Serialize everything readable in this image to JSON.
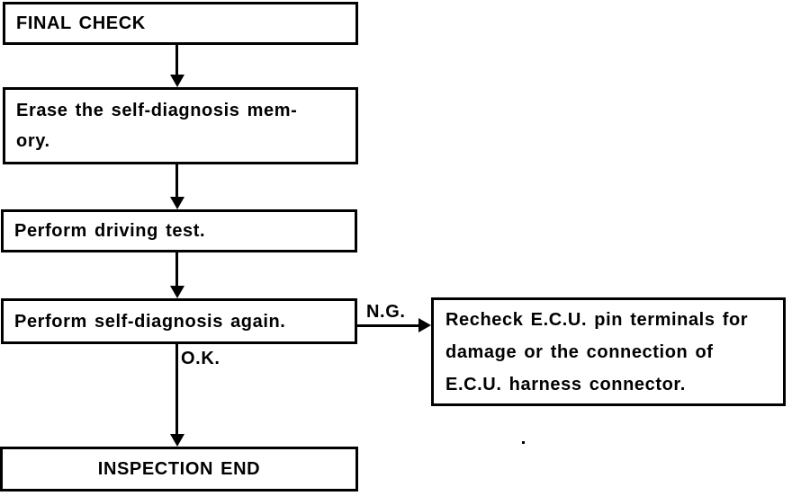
{
  "flowchart": {
    "type": "flowchart",
    "background_color": "#ffffff",
    "line_color": "#000000",
    "boxes": [
      {
        "id": "final-check",
        "label": "FINAL CHECK"
      },
      {
        "id": "erase-memory",
        "label": "Erase the self-diagnosis mem-\nory."
      },
      {
        "id": "driving-test",
        "label": "Perform driving test."
      },
      {
        "id": "self-diagnosis-again",
        "label": "Perform self-diagnosis again."
      },
      {
        "id": "recheck-ecu",
        "label": "Recheck E.C.U. pin terminals for\ndamage or the connection of\nE.C.U. harness connector."
      },
      {
        "id": "inspection-end",
        "label": "INSPECTION END"
      }
    ],
    "edges": [
      {
        "from": "final-check",
        "to": "erase-memory",
        "label": ""
      },
      {
        "from": "erase-memory",
        "to": "driving-test",
        "label": ""
      },
      {
        "from": "driving-test",
        "to": "self-diagnosis-again",
        "label": ""
      },
      {
        "from": "self-diagnosis-again",
        "to": "recheck-ecu",
        "label": "N.G."
      },
      {
        "from": "self-diagnosis-again",
        "to": "inspection-end",
        "label": "O.K."
      }
    ],
    "edge_labels": {
      "ng": "N.G.",
      "ok": "O.K."
    }
  }
}
